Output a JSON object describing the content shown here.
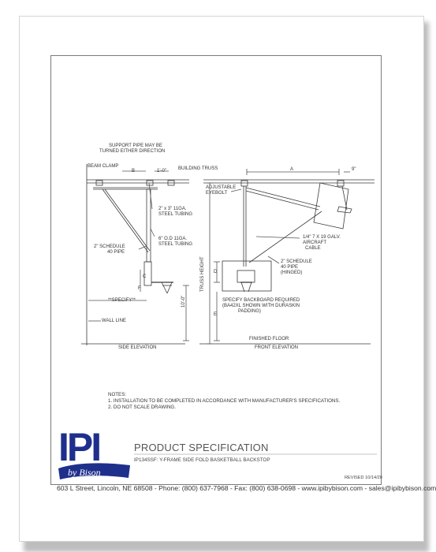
{
  "labels": {
    "support_pipe_1": "SUPPORT PIPE MAY BE",
    "support_pipe_2": "TURNED EITHER DIRECTION",
    "beam_clamp": "BEAM CLAMP",
    "b": "B",
    "one_foot": "1'-0\"",
    "building_truss": "BUILDING TRUSS",
    "steel_tubing_a_1": "2\" x 3\" 11GA.",
    "steel_tubing_a_2": "STEEL TUBING",
    "schedule_40_1": "2\" SCHEDULE",
    "schedule_40_2": "40 PIPE",
    "od_tubing_1": "6\" O.D 11GA.",
    "od_tubing_2": "STEEL TUBING",
    "c": "C",
    "f": "F",
    "specify": "**SPECIFY**",
    "wall_line": "WALL LINE",
    "ten_foot": "10'-0\"",
    "side_elevation": "SIDE ELEVATION",
    "a": "A",
    "nine_inch": "9\"",
    "adjustable_1": "ADJUSTABLE",
    "adjustable_2": "EYEBOLT",
    "truss_height": "TRUSS HEIGHT",
    "cable_1": "1/4\" 7 X 19 GALV.",
    "cable_2": "AIRCRAFT",
    "cable_3": "CABLE",
    "hinged_1": "2\" SCHEDULE",
    "hinged_2": "40 PIPE",
    "hinged_3": "(HINGED)",
    "d": "D",
    "backboard_1": "SPECIFY BACKBOARD REQUIRED",
    "backboard_2": "(BA42XL SHOWN WITH DURASKIN",
    "backboard_3": "PADDING)",
    "e": "E",
    "finished_floor": "FINISHED FLOOR",
    "front_elevation": "FRONT ELEVATION"
  },
  "notes": {
    "heading": "NOTES:",
    "items": [
      "1. INSTALLATION TO BE COMPLETED IN ACCORDANCE WITH MANUFACTURER'S SPECIFICATIONS.",
      "2. DO NOT SCALE DRAWING."
    ]
  },
  "title_block": {
    "logo_mark": "IPI",
    "logo_sub": "by Bison",
    "title": "PRODUCT SPECIFICATION",
    "subtitle": "IP134SSF: Y-FRAME SIDE FOLD BASKETBALL BACKSTOP",
    "revised": "REVISED 10/14/20",
    "footer": "603 L Street, Lincoln, NE  68508 - Phone: (800) 637-7968 - Fax: (800) 638-0698 - www.ipibybison.com - sales@ipibybison.com"
  },
  "colors": {
    "logo_blue": "#1f2f8c",
    "line": "#3a3a3a",
    "dim": "#555555"
  }
}
